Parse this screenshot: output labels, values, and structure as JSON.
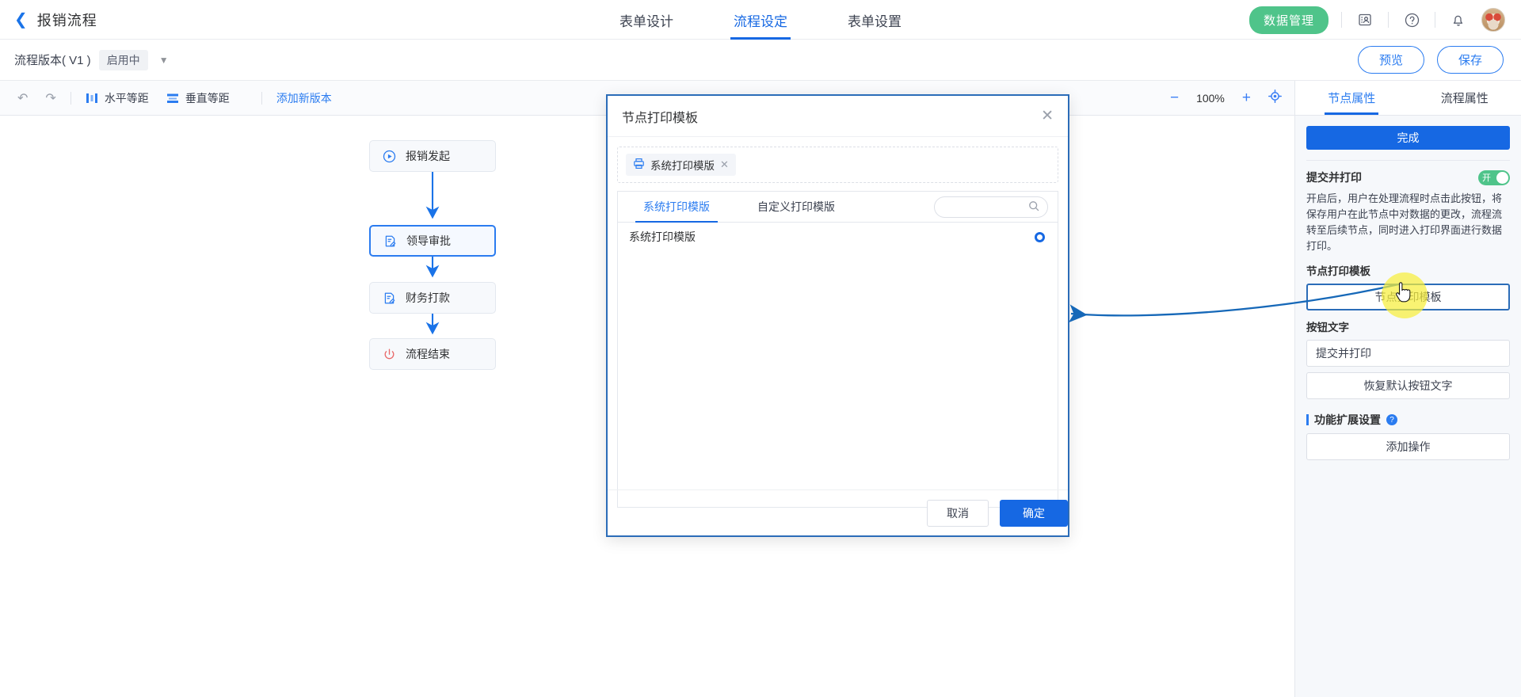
{
  "header": {
    "back_icon": "chevron-left-icon",
    "app_title": "报销流程",
    "nav": [
      {
        "label": "表单设计",
        "active": false
      },
      {
        "label": "流程设定",
        "active": true
      },
      {
        "label": "表单设置",
        "active": false
      }
    ],
    "data_management_label": "数据管理",
    "icons": [
      "contact-card-icon",
      "help-circle-icon",
      "bell-icon"
    ],
    "avatar": "user-avatar"
  },
  "version_bar": {
    "label": "流程版本( V1 )",
    "status_badge": "启用中",
    "caret_icon": "chevron-down-icon",
    "preview_label": "预览",
    "save_label": "保存"
  },
  "toolbar": {
    "undo_icon": "undo-arrow-icon",
    "redo_icon": "redo-arrow-icon",
    "h_distribute_label": "水平等距",
    "v_distribute_label": "垂直等距",
    "add_version_label": "添加新版本",
    "zoom_out_icon": "minus-icon",
    "zoom_value": "100%",
    "zoom_in_icon": "plus-icon",
    "fit_icon": "target-crosshair-icon"
  },
  "flow": {
    "nodes": [
      {
        "label": "报销发起",
        "icon": "play-circle-icon",
        "selected": false
      },
      {
        "label": "领导审批",
        "icon": "approval-doc-icon",
        "selected": true
      },
      {
        "label": "财务打款",
        "icon": "approval-doc-icon",
        "selected": false
      },
      {
        "label": "流程结束",
        "icon": "power-off-icon",
        "selected": false
      }
    ]
  },
  "right_panel": {
    "tabs": [
      {
        "label": "节点属性",
        "active": true
      },
      {
        "label": "流程属性",
        "active": false
      }
    ],
    "done_label": "完成",
    "submit_print": {
      "title": "提交并打印",
      "switch_state": "开",
      "description": "开启后，用户在处理流程时点击此按钮，将保存用户在此节点中对数据的更改，流程流转至后续节点，同时进入打印界面进行数据打印。"
    },
    "node_print_template_label": "节点打印模板",
    "node_print_template_button": "节点打印模板",
    "button_text_label": "按钮文字",
    "button_text_value": "提交并打印",
    "restore_default_label": "恢复默认按钮文字",
    "extension_section_title": "功能扩展设置",
    "extension_help_icon": "help-circle-icon",
    "add_action_label": "添加操作"
  },
  "modal": {
    "title": "节点打印模板",
    "close_icon": "close-icon",
    "chip": {
      "icon": "printer-icon",
      "label": "系统打印模版",
      "remove_icon": "close-small-icon"
    },
    "tabs": [
      {
        "label": "系统打印模版",
        "active": true
      },
      {
        "label": "自定义打印模版",
        "active": false
      }
    ],
    "search_placeholder": "",
    "search_icon": "search-icon",
    "rows": [
      {
        "label": "系统打印模版",
        "selected": true
      }
    ],
    "cancel_label": "取消",
    "confirm_label": "确定"
  },
  "colors": {
    "primary": "#1668e3",
    "link": "#2b7cf0",
    "green": "#4fc48a",
    "highlight": "#f6ee3c"
  }
}
